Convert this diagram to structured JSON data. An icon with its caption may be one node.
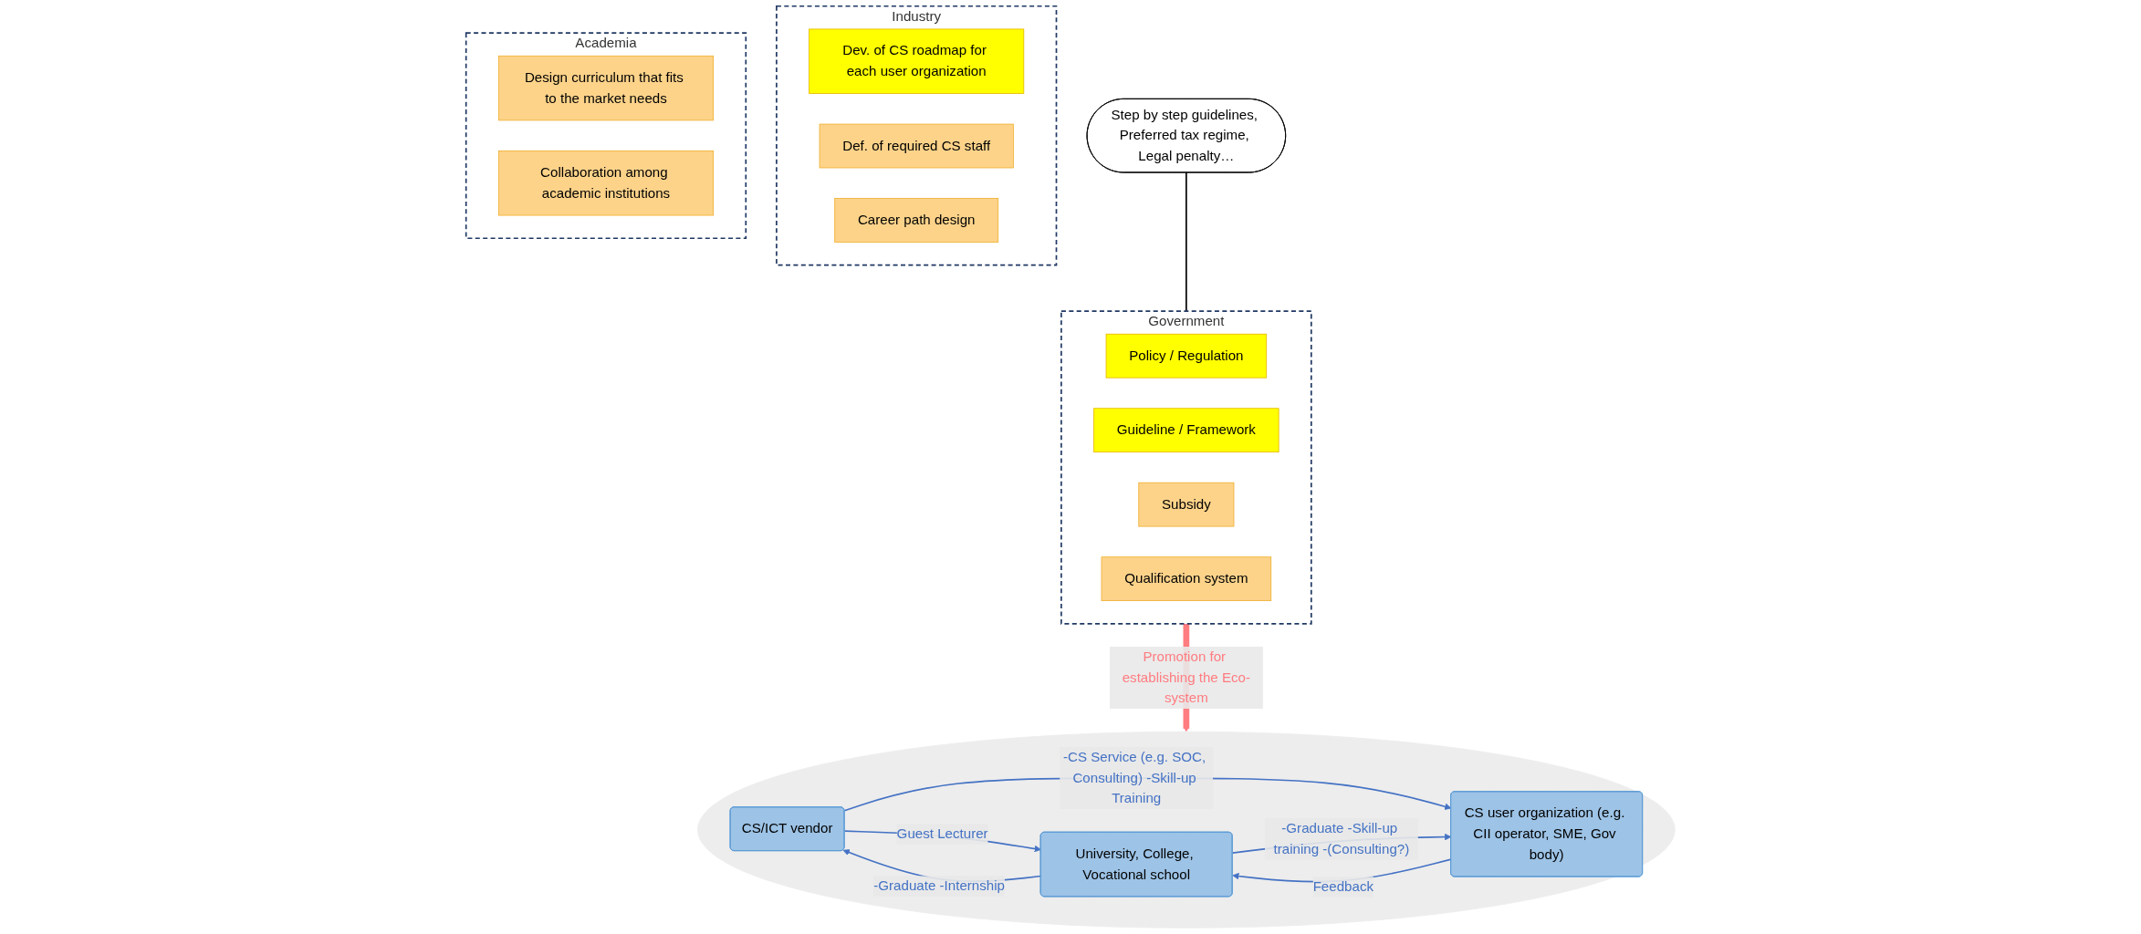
{
  "diagram": {
    "nodes": [
      {
        "text": [
          "Government"
        ]
      },
      {
        "text": [
          "Policy / Regulation"
        ],
        "in": 0
      },
      {
        "text": [
          "Guideline / Framework"
        ],
        "in": 0
      },
      {
        "text": [
          "Subsidy"
        ],
        "in": 0
      },
      {
        "text": [
          "Qualification system"
        ],
        "in": 0
      },
      {
        "text": [
          "Step by step guidelines, Preferred tax regime, Legal penalty…"
        ]
      },
      {
        "text": [
          "Industry"
        ]
      },
      {
        "text": [
          "Dev. of CS roadmap for each user organization"
        ],
        "in": 6
      },
      {
        "text": [
          "Def. of required CS staff"
        ],
        "in": 6
      },
      {
        "text": [
          "Career path design"
        ],
        "in": 6
      },
      {
        "text": [
          "Academia"
        ]
      },
      {
        "text": [
          "Design curriculum that fits to the market needs"
        ],
        "in": 10
      },
      {
        "text": [
          "Collaboration among academic institutions"
        ],
        "in": 10
      },
      {
        "text": [],
        "shape": "ellipse"
      },
      {
        "text": [
          "CS/ICT vendor"
        ],
        "in": 13
      },
      {
        "text": [
          "University, College, Vocational school"
        ],
        "in": 13
      },
      {
        "text": [
          "CS user organization (e.g. CII operator, SME, Gov body)"
        ],
        "in": 13
      }
    ],
    "edges": [
      {
        "from": 0,
        "to": 13,
        "arrow": "to",
        "label": "Promotion for establishing the Eco-system",
        "style": "thick",
        "color": "#ff7c80"
      },
      {
        "from": 5,
        "to": 0,
        "arrow": "none",
        "color": "#000000"
      },
      {
        "from": 15,
        "to": 14,
        "arrow": "to",
        "label": "-Graduate -Internship"
      },
      {
        "from": 14,
        "to": 15,
        "arrow": "to",
        "label": "Guest Lecturer"
      },
      {
        "from": 14,
        "to": 16,
        "arrow": "to",
        "label": "-CS Service (e.g. SOC, Consulting) -Skill-up Training"
      },
      {
        "from": 15,
        "to": 16,
        "arrow": "to",
        "label": "-Graduate -Skill-up training -(Consulting?)"
      },
      {
        "from": 16,
        "to": 15,
        "arrow": "to",
        "label": "Feedback"
      }
    ]
  }
}
